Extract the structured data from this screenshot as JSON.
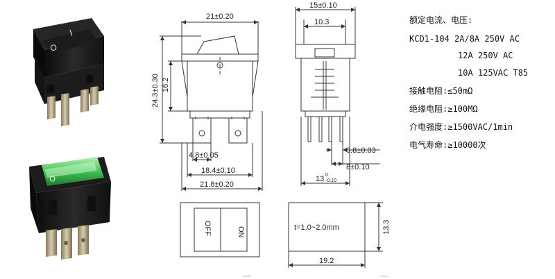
{
  "photos": {
    "top_product": "black-rocker-switch",
    "bottom_product": "green-illuminated-rocker-switch",
    "rocker_marks": {
      "on": "I",
      "off": "O"
    }
  },
  "front_view": {
    "width_top": "21±0.20",
    "height": "24.3±0.30",
    "body_height": "16.2",
    "terminal_width": "4.8±0.05",
    "terminal_pitch": "18.4±0.10",
    "width_bottom": "21.8±0.20"
  },
  "side_view": {
    "width_top": "15±0.10",
    "inner_width": "10.3",
    "terminal_thickness": "0.8±0.03",
    "terminal_spacing": "8±0.10",
    "bottom_width_base": "13",
    "bottom_width_tol_upper": "0",
    "bottom_width_tol_lower": "-0.10"
  },
  "cutout_view": {
    "off_label": "OFF",
    "on_label": "ON"
  },
  "panel_view": {
    "thickness": "t=1.0~2.0mm",
    "height": "13.3",
    "width": "19.2"
  },
  "specs": {
    "rating_title": "额定电流、电压:",
    "rating_line1": "KCD1-104 2A/8A 250V AC",
    "rating_line2": "12A 250V AC",
    "rating_line3": "10A 125VAC T85",
    "contact_resistance": "接触电阻:≤50mΩ",
    "insulation_resistance": "绝缘电阻:≥100MΩ",
    "dielectric_strength": "介电强度:≥1500VAC/1min",
    "electrical_life": "电气寿命:≥10000次"
  },
  "colors": {
    "line": "#333333",
    "switch_body": "#1a1a1a",
    "green_rocker": "#2fa344"
  }
}
